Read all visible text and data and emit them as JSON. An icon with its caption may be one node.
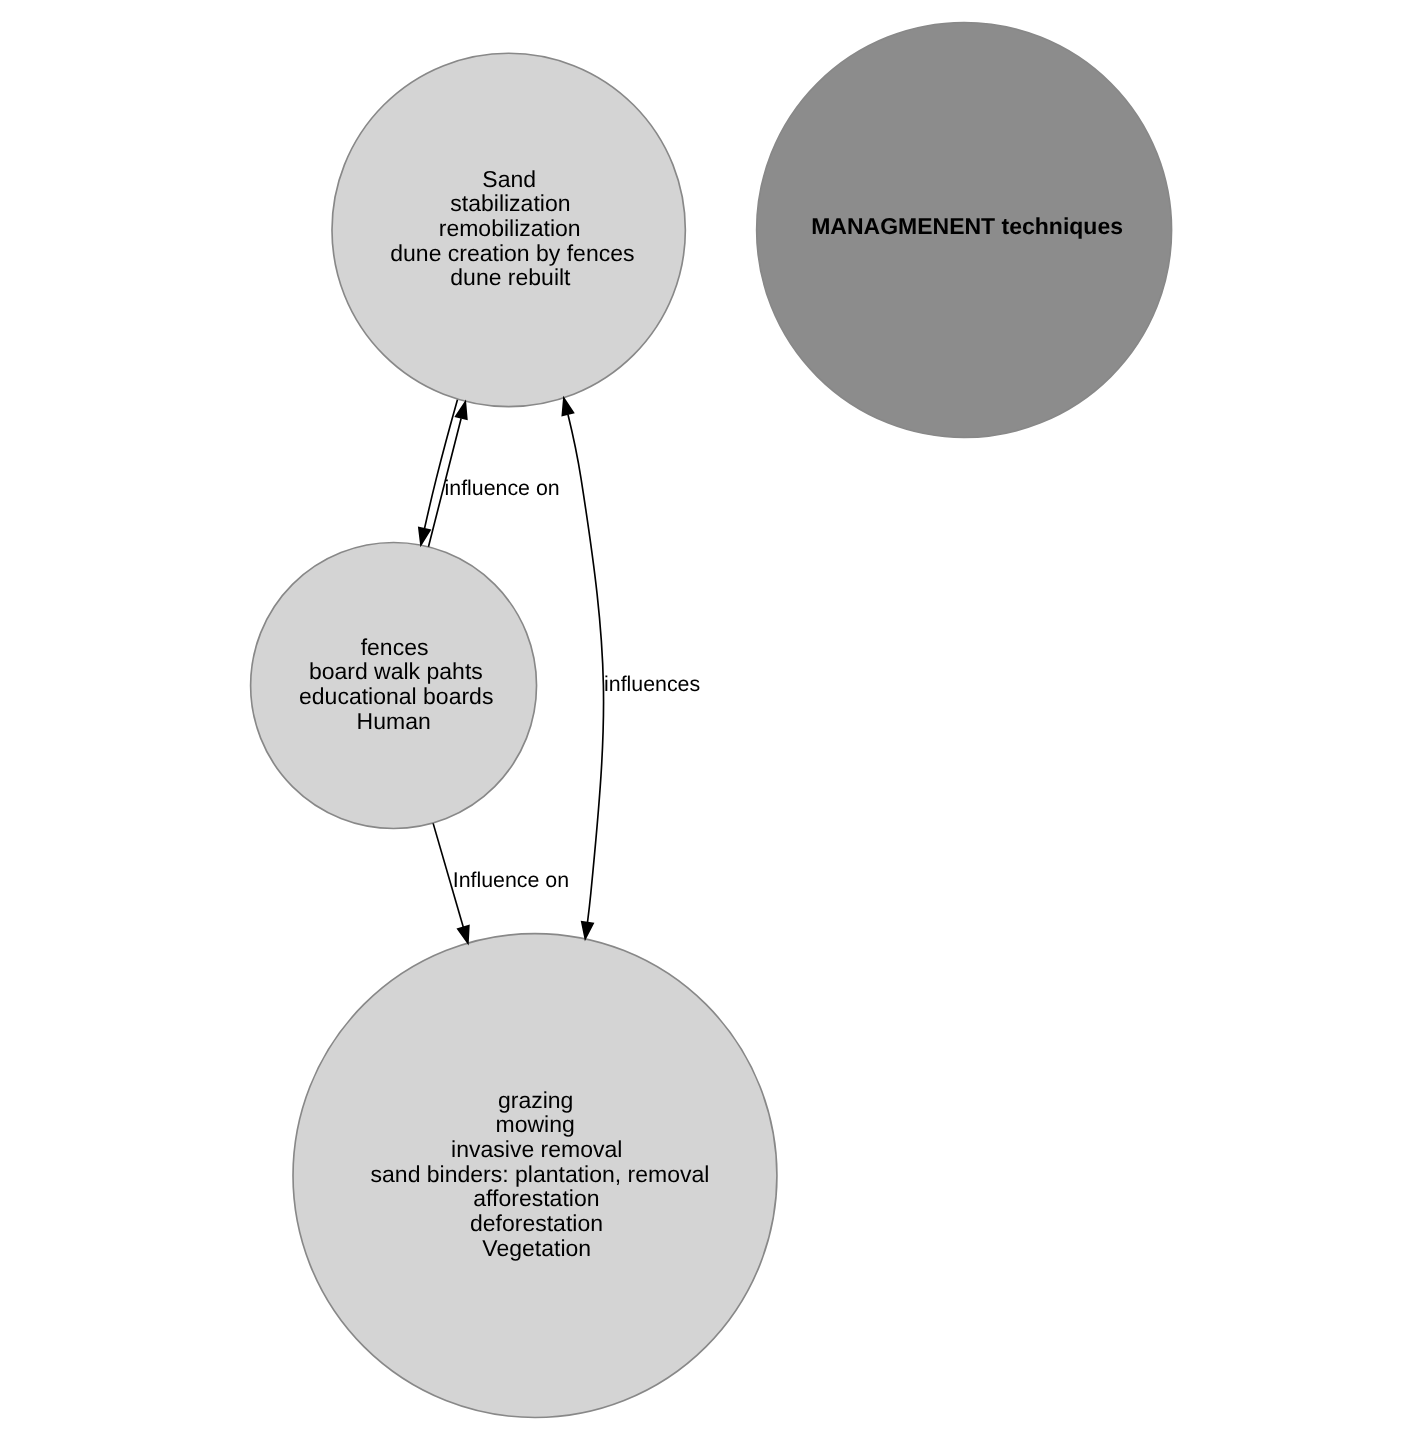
{
  "diagram": {
    "nodes": [
      {
        "text": [
          "Sand",
          "stabilization",
          "remobilization",
          "dune creation by fences",
          "dune rebuilt"
        ]
      },
      {
        "text": [
          "MANAGMENENT techniques"
        ]
      },
      {
        "text": [
          "fences",
          "board walk pahts",
          "educational boards",
          "Human"
        ]
      },
      {
        "text": [
          "grazing",
          "mowing",
          "invasive removal",
          "sand binders: plantation, removal",
          "afforestation",
          "deforestation",
          "Vegetation"
        ]
      }
    ],
    "edges": [
      {
        "from": 2,
        "to": 0,
        "arrow": "to",
        "label": "influence on"
      },
      {
        "from": 0,
        "to": 2,
        "arrow": "to"
      },
      {
        "from": 0,
        "to": 3,
        "arrow": "both",
        "label": "influences"
      },
      {
        "from": 2,
        "to": 3,
        "arrow": "to",
        "label": "Influence on"
      }
    ]
  }
}
